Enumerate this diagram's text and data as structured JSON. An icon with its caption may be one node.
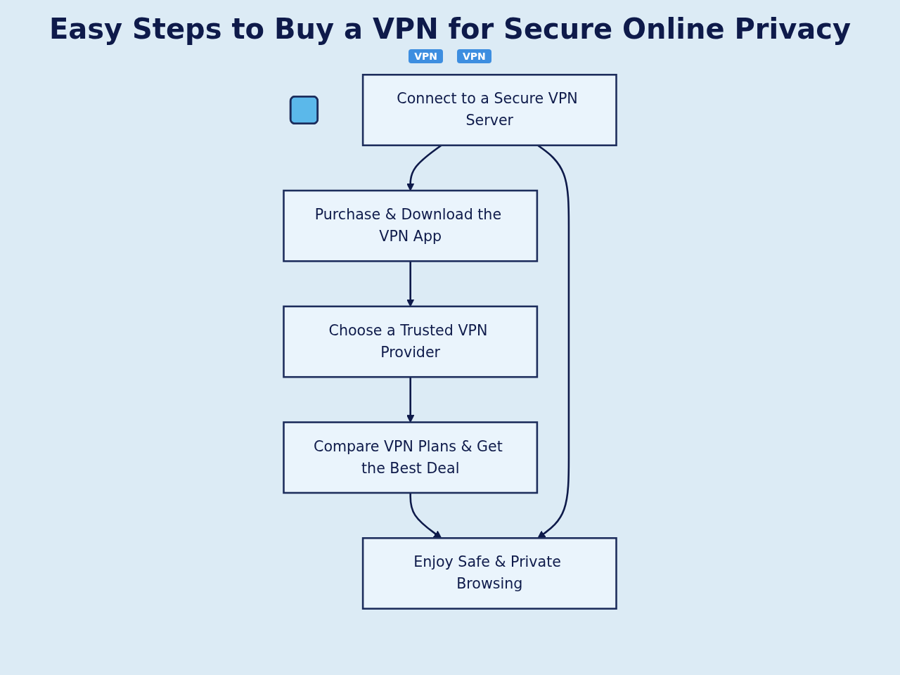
{
  "diagram": {
    "title": "Easy Steps to Buy a VPN for Secure Online Privacy",
    "nodes": [
      {
        "text": [
          "Choose a Trusted VPN Provider"
        ]
      },
      {
        "text": [
          "Compare VPN Plans & Get the Best Deal"
        ]
      },
      {
        "text": [],
        "shape": "box"
      },
      {
        "text": [
          "Purchase & Download the VPN App"
        ]
      },
      {
        "text": [
          "Connect to a Secure VPN Server"
        ]
      },
      {
        "text": [
          "Enjoy Safe & Private Browsing"
        ]
      }
    ],
    "edges": [
      {
        "from": 0,
        "to": 1,
        "arrow": "to"
      },
      {
        "from": 1,
        "to": 5,
        "arrow": "to"
      },
      {
        "from": 4,
        "to": 3,
        "arrow": "to"
      },
      {
        "from": 4,
        "to": 5,
        "arrow": "to"
      },
      {
        "from": 3,
        "to": 0,
        "arrow": "to"
      }
    ],
    "labels": [
      "VPN",
      "VPN"
    ]
  }
}
